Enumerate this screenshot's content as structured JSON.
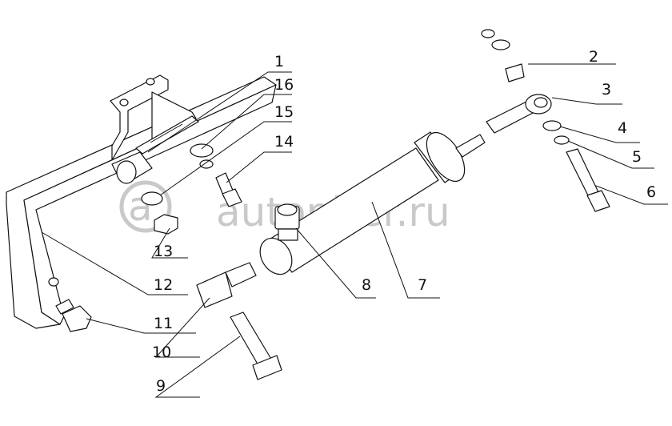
{
  "watermark": {
    "text": "autopiter.ru"
  },
  "callouts": [
    {
      "label": "1"
    },
    {
      "label": "2"
    },
    {
      "label": "3"
    },
    {
      "label": "4"
    },
    {
      "label": "5"
    },
    {
      "label": "6"
    },
    {
      "label": "7"
    },
    {
      "label": "8"
    },
    {
      "label": "9"
    },
    {
      "label": "10"
    },
    {
      "label": "11"
    },
    {
      "label": "12"
    },
    {
      "label": "13"
    },
    {
      "label": "14"
    },
    {
      "label": "15"
    },
    {
      "label": "16"
    }
  ]
}
